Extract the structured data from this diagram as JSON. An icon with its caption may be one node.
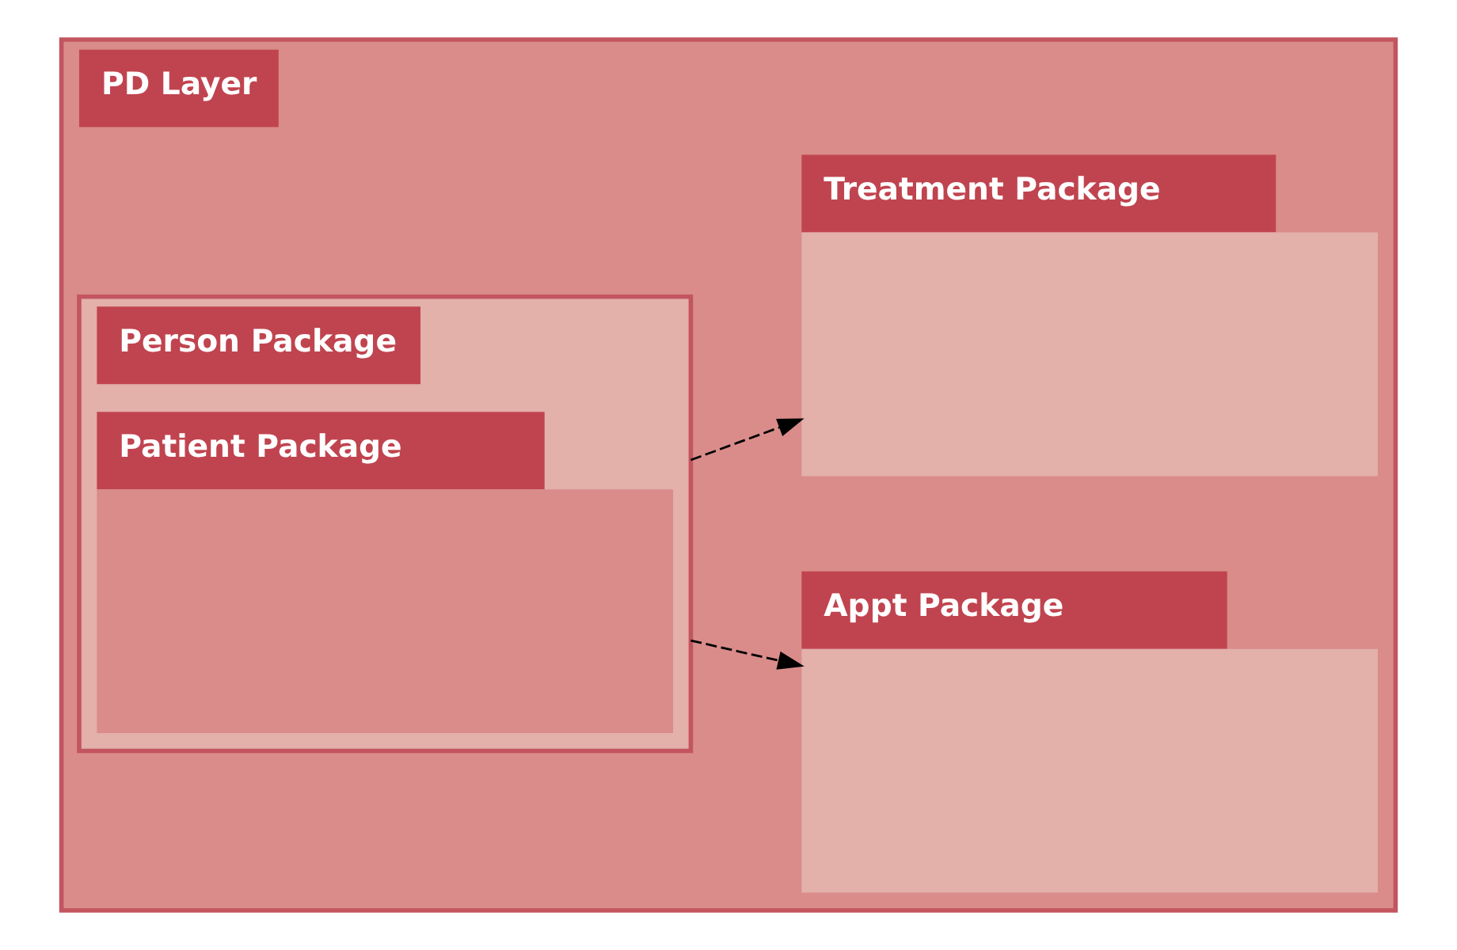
{
  "diagram": {
    "nodes": [
      {
        "text": [
          "PD Layer"
        ]
      },
      {
        "text": [
          "Person Package"
        ],
        "in": 0
      },
      {
        "text": [
          "Patient Package"
        ],
        "in": 1
      },
      {
        "text": [
          "Appt Package"
        ],
        "in": 0
      },
      {
        "text": [
          "Treatment Package"
        ],
        "in": 0
      }
    ],
    "edges": [
      {
        "from": 1,
        "to": 3,
        "arrow": "to",
        "style": "dashed"
      },
      {
        "from": 1,
        "to": 4,
        "arrow": "to",
        "style": "dashed"
      }
    ]
  }
}
